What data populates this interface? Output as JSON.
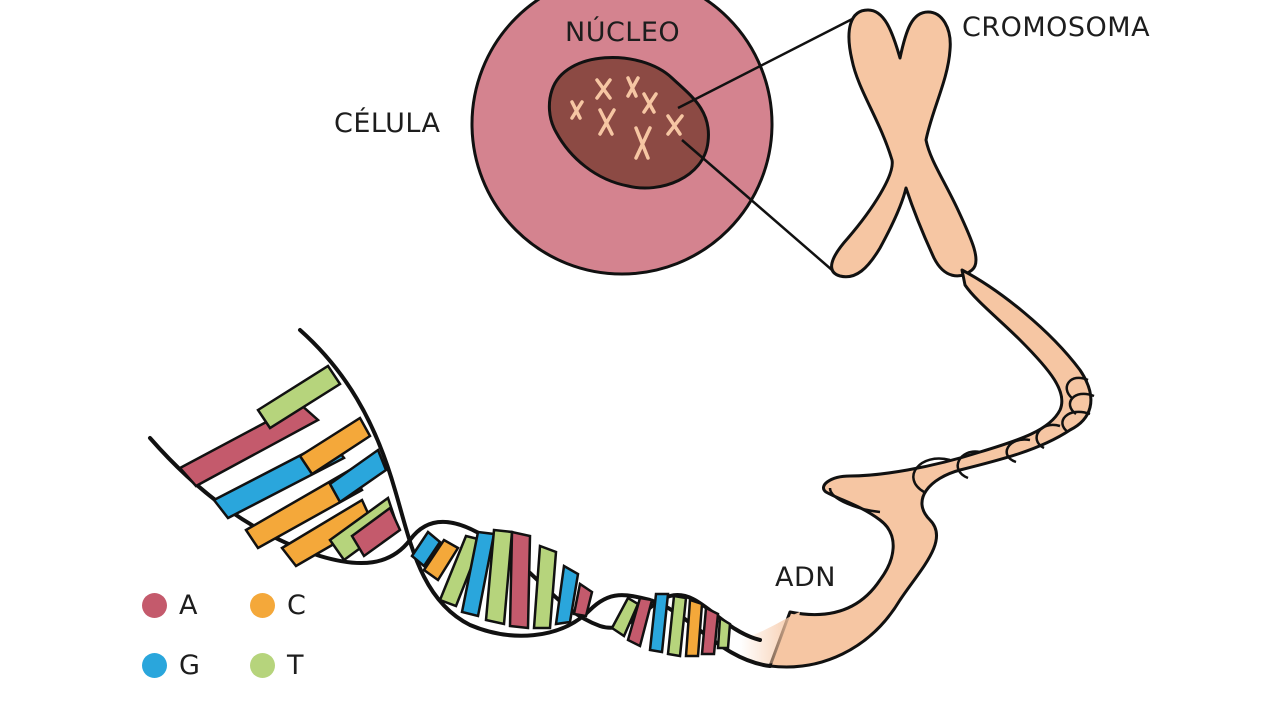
{
  "labels": {
    "cell": "CÉLULA",
    "nucleus": "NÚCLEO",
    "chromosome": "CROMOSOMA",
    "dna": "ADN"
  },
  "colors": {
    "cell": "#d4838f",
    "nucleus": "#8c4a44",
    "chromosome": "#f6c6a3",
    "outline": "#111111",
    "A": "#c45a6c",
    "C": "#f4a83a",
    "G": "#2aa6dc",
    "T": "#b6d47c"
  },
  "legend": [
    {
      "key": "A",
      "label": "A"
    },
    {
      "key": "C",
      "label": "C"
    },
    {
      "key": "G",
      "label": "G"
    },
    {
      "key": "T",
      "label": "T"
    }
  ]
}
